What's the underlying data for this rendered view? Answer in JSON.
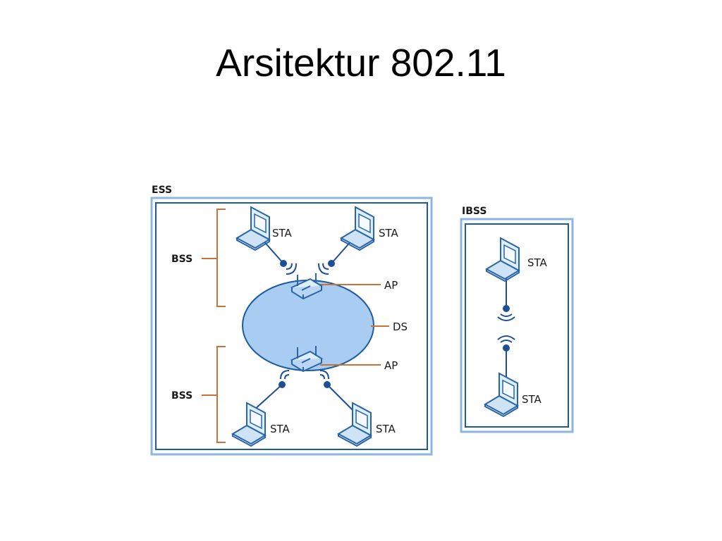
{
  "slide": {
    "title": "Arsitektur 802.11"
  },
  "diagram": {
    "ess": {
      "label": "ESS",
      "bss_top": "BSS",
      "bss_bottom": "BSS",
      "sta_top_left": "STA",
      "sta_top_right": "STA",
      "sta_bottom_left": "STA",
      "sta_bottom_right": "STA",
      "ap_top": "AP",
      "ap_bottom": "AP",
      "ds": "DS"
    },
    "ibss": {
      "label": "IBSS",
      "sta_top": "STA",
      "sta_bottom": "STA"
    },
    "colors": {
      "frame_outer": "#8cb6e0",
      "frame_inner": "#1e5a9e",
      "ds_fill": "#a9cdf2",
      "ds_stroke": "#1e5a9e",
      "bracket": "#c8733a",
      "link": "#1e4f96"
    }
  }
}
